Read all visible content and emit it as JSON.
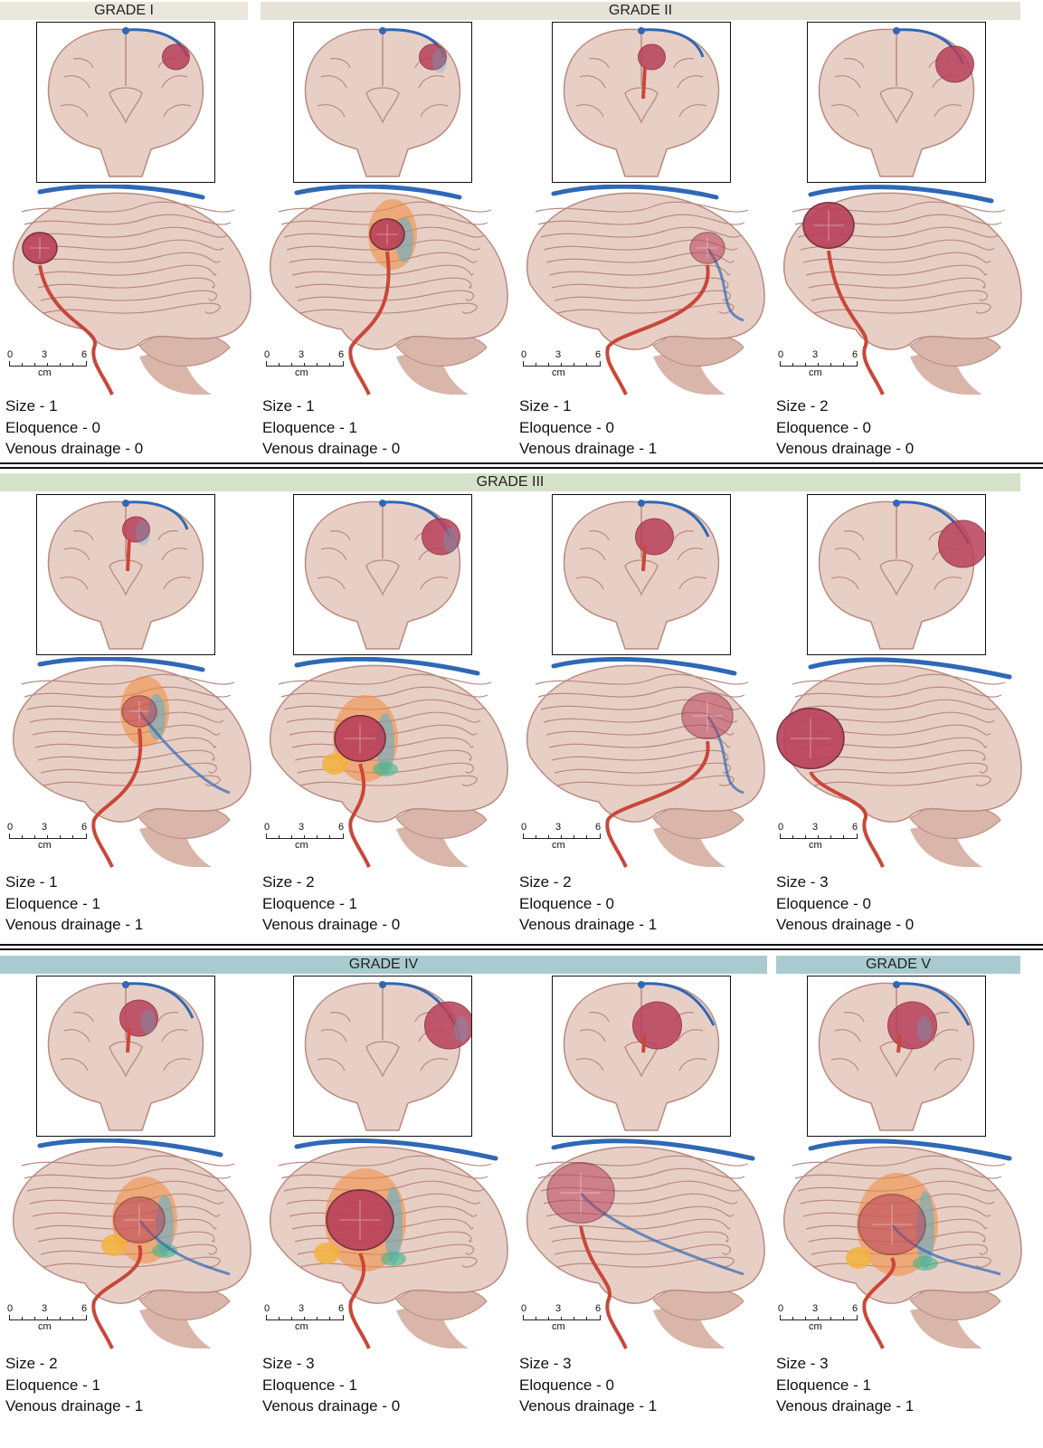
{
  "colors": {
    "brain": "#e8cfc6",
    "brain_shade": "#d9b5aa",
    "sulcus": "#b88a80",
    "artery": "#c9473a",
    "vein": "#2f68b5",
    "nidus": "#b9405a",
    "eloquent_orange": "#f08a3a",
    "eloquent_blue": "#4bb0d8",
    "eloquent_green": "#3fb58a",
    "eloquent_yellow": "#f3b23c"
  },
  "grades": [
    {
      "label": "GRADE I"
    },
    {
      "label": "GRADE II"
    },
    {
      "label": "GRADE III"
    },
    {
      "label": "GRADE IV"
    },
    {
      "label": "GRADE V"
    }
  ],
  "scale_bar": {
    "tick0": "0",
    "tick1": "3",
    "tick2": "6",
    "unit": "cm"
  },
  "panels": [
    {
      "size": "Size - 1",
      "eloquence": "Eloquence - 0",
      "venous": "Venous drainage - 0"
    },
    {
      "size": "Size - 1",
      "eloquence": "Eloquence - 1",
      "venous": "Venous drainage - 0"
    },
    {
      "size": "Size - 1",
      "eloquence": "Eloquence - 0",
      "venous": "Venous drainage - 1"
    },
    {
      "size": "Size - 2",
      "eloquence": "Eloquence - 0",
      "venous": "Venous drainage - 0"
    },
    {
      "size": "Size - 1",
      "eloquence": "Eloquence - 1",
      "venous": "Venous drainage - 1"
    },
    {
      "size": "Size - 2",
      "eloquence": "Eloquence - 1",
      "venous": "Venous drainage - 0"
    },
    {
      "size": "Size - 2",
      "eloquence": "Eloquence - 0",
      "venous": "Venous drainage - 1"
    },
    {
      "size": "Size - 3",
      "eloquence": "Eloquence - 0",
      "venous": "Venous drainage - 0"
    },
    {
      "size": "Size - 2",
      "eloquence": "Eloquence - 1",
      "venous": "Venous drainage - 1"
    },
    {
      "size": "Size - 3",
      "eloquence": "Eloquence - 1",
      "venous": "Venous drainage - 0"
    },
    {
      "size": "Size - 3",
      "eloquence": "Eloquence - 0",
      "venous": "Venous drainage - 1"
    },
    {
      "size": "Size - 3",
      "eloquence": "Eloquence - 1",
      "venous": "Venous drainage - 1"
    }
  ]
}
